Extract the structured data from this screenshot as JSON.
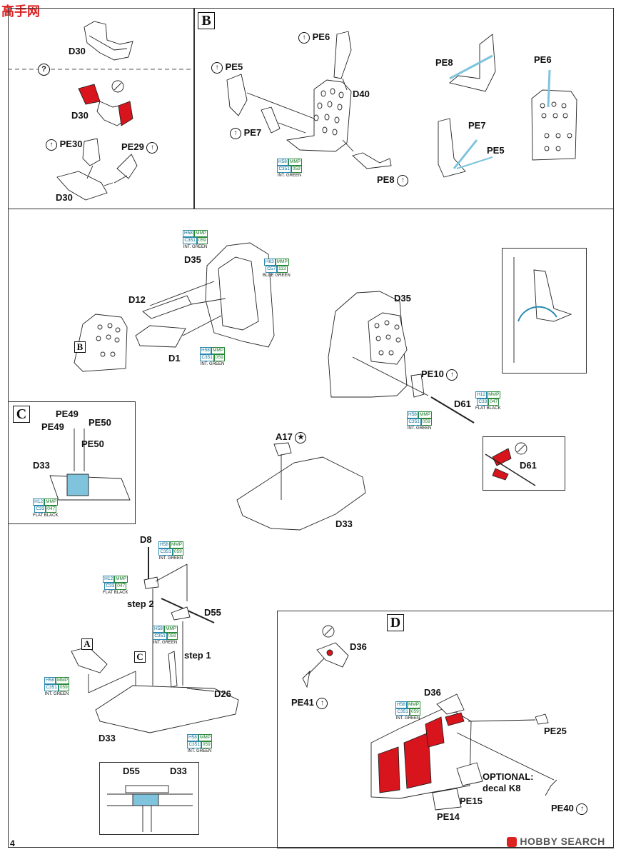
{
  "watermark_top": "高手网",
  "page_number": "4",
  "footer_brand": "HOBBY SEARCH",
  "steps": {
    "left_top": {
      "d30_a": "D30",
      "qmark": "?",
      "d30_b": "D30",
      "pe30": "PE30",
      "pe29": "PE29",
      "d30_c": "D30"
    },
    "b": {
      "letter": "B",
      "pe6": "PE6",
      "pe5": "PE5",
      "d40": "D40",
      "pe7": "PE7",
      "pe8": "PE8",
      "paint_h": "H58",
      "paint_mmp": "MMP",
      "paint_c": "C351",
      "paint_n": "059",
      "paint_name": "INT. GREEN",
      "r_pe8": "PE8",
      "r_pe6": "PE6",
      "r_pe7": "PE7",
      "r_pe5": "PE5"
    },
    "mid": {
      "d35": "D35",
      "d12": "D12",
      "d1": "D1",
      "b_ref": "B",
      "p1_h": "H58",
      "p1_mmp": "MMP",
      "p1_c": "C351",
      "p1_n": "059",
      "p1_name": "INT. GREEN",
      "p2_h": "H63",
      "p2_mmp": "MMP",
      "p2_c": "C57",
      "p2_n": "113",
      "p2_name": "BLUE GREEN",
      "p3_h": "H58",
      "p3_mmp": "MMP",
      "p3_c": "C351",
      "p3_n": "059",
      "p3_name": "INT. GREEN",
      "r_d35": "D35",
      "pe10": "PE10",
      "d61": "D61",
      "p4_h": "H12",
      "p4_mmp": "MMP",
      "p4_c": "C33",
      "p4_n": "047",
      "p4_name": "FLAT BLACK",
      "p5_h": "H58",
      "p5_mmp": "MMP",
      "p5_c": "C351",
      "p5_n": "059",
      "p5_name": "INT. GREEN",
      "d61_detail": "D61",
      "a17": "A17",
      "d33": "D33"
    },
    "c": {
      "letter": "C",
      "pe49a": "PE49",
      "pe49b": "PE49",
      "pe50a": "PE50",
      "pe50b": "PE50",
      "d33": "D33",
      "p_h": "H12",
      "p_mmp": "MMP",
      "p_c": "C33",
      "p_n": "047",
      "p_name": "FLAT BLACK"
    },
    "lower": {
      "d8": "D8",
      "step2": "step 2",
      "d55": "D55",
      "step1": "step 1",
      "d26": "D26",
      "d33": "D33",
      "a_ref": "A",
      "c_ref": "C",
      "p1_h": "H58",
      "p1_mmp": "MMP",
      "p1_c": "C351",
      "p1_n": "059",
      "p1_name": "INT. GREEN",
      "p2_h": "H12",
      "p2_mmp": "MMP",
      "p2_c": "C33",
      "p2_n": "047",
      "p2_name": "FLAT BLACK",
      "p3_h": "H58",
      "p3_mmp": "MMP",
      "p3_c": "C351",
      "p3_n": "059",
      "p3_name": "INT. GREEN",
      "p4_h": "H58",
      "p4_mmp": "MMP",
      "p4_c": "C351",
      "p4_n": "059",
      "p4_name": "INT. GREEN",
      "p5_h": "H58",
      "p5_mmp": "MMP",
      "p5_c": "C351",
      "p5_n": "059",
      "p5_name": "INT. GREEN",
      "detail_d55": "D55",
      "detail_d33": "D33"
    },
    "d": {
      "letter": "D",
      "d36a": "D36",
      "pe41": "PE41",
      "d36b": "D36",
      "pe25": "PE25",
      "optional": "OPTIONAL:",
      "decal": "decal K8",
      "pe15": "PE15",
      "pe14": "PE14",
      "pe40": "PE40",
      "p_h": "H58",
      "p_mmp": "MMP",
      "p_c": "C351",
      "p_n": "059",
      "p_name": "INT. GREEN"
    }
  },
  "colors": {
    "highlight_red": "#d8141c",
    "paint_cyan": "#2a8ab0",
    "blue_part": "#7fc4dc"
  }
}
